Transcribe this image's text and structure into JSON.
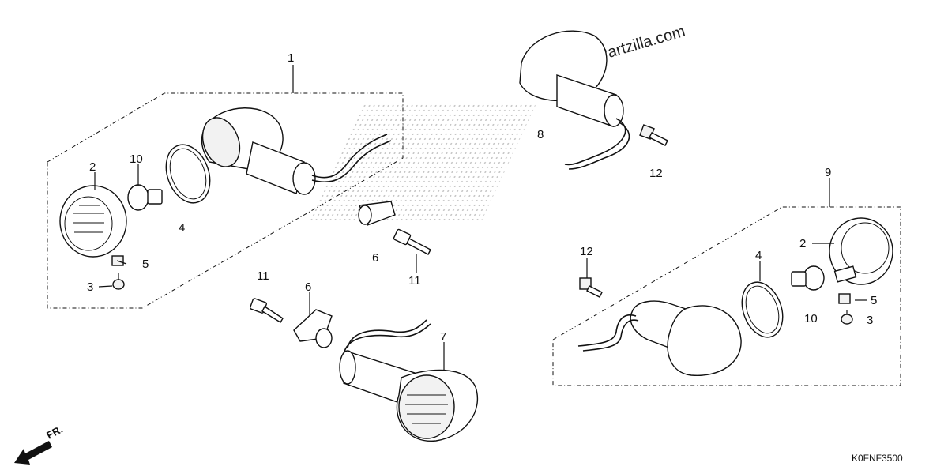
{
  "watermark": "© Partzilla.com",
  "diagram_code": "K0FNF3500",
  "front_indicator": "FR.",
  "callouts": {
    "c1": "1",
    "c2a": "2",
    "c10a": "10",
    "c4a": "4",
    "c5a": "5",
    "c3a": "3",
    "c6a": "6",
    "c11a": "11",
    "c8": "8",
    "c12a": "12",
    "c11b": "11",
    "c6b": "6",
    "c7": "7",
    "c9": "9",
    "c2b": "2",
    "c12b": "12",
    "c4b": "4",
    "c10b": "10",
    "c5b": "5",
    "c3b": "3"
  }
}
